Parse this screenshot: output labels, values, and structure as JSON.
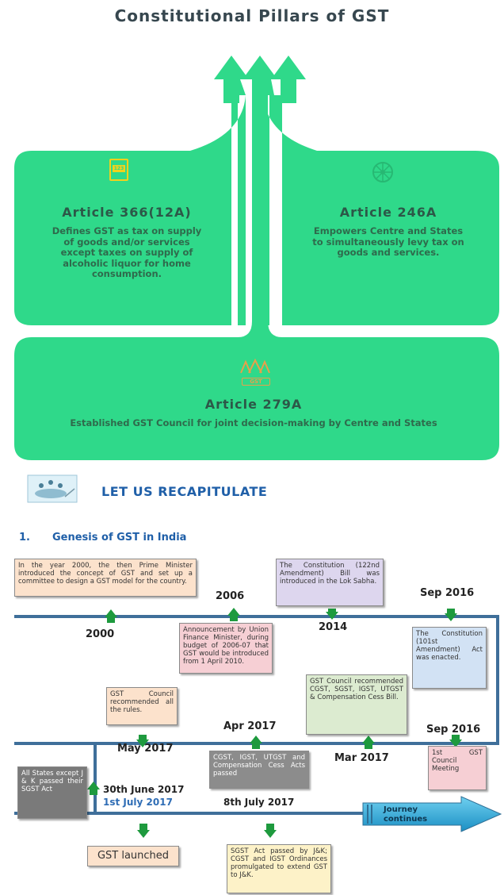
{
  "title": "Constitutional Pillars of GST",
  "pillars": {
    "left": {
      "heading": "Article 366(12A)",
      "text": "Defines GST as tax on supply of goods and/or services except taxes on supply of alcoholic liquor for home consumption.",
      "icon": "document-icon",
      "icon_label": "123"
    },
    "right": {
      "heading": "Article 246A",
      "text": "Empowers Centre and States to simultaneously levy tax on goods and services.",
      "icon": "wheel-icon"
    },
    "bottom": {
      "heading": "Article 279A",
      "text": "Established GST Council for joint decision-making by Centre and States",
      "icon": "council-icon",
      "icon_label": "GST"
    }
  },
  "colors": {
    "pillar": "#2fd98a",
    "timeline": "#3f6f9a",
    "marker": "#1e9a3e",
    "heading_blue": "#1f5fa8"
  },
  "recap": {
    "title": "LET US RECAPITULATE",
    "icon": "meeting-icon"
  },
  "section": {
    "number": "1.",
    "title": "Genesis of GST in India"
  },
  "timeline": {
    "dates": {
      "d2000": "2000",
      "d2006": "2006",
      "d2014": "2014",
      "dsep2016a": "Sep 2016",
      "dmay2017": "May 2017",
      "dapr2017": "Apr 2017",
      "dmar2017": "Mar 2017",
      "dsep2016b": "Sep 2016",
      "djune2017": "30th June 2017",
      "djuly2017": "1st July 2017",
      "d8july2017": "8th July 2017"
    },
    "events": {
      "e2000": "In the year 2000, the then Prime Minister introduced the concept of GST and set up a committee to design a GST model for the country.",
      "e2006": "Announcement by Union Finance Minister, during budget of 2006-07 that GST would be introduced from 1 April 2010.",
      "e2014": "The Constitution (122nd Amendment) Bill was introduced in the Lok Sabha.",
      "esep2016a": "The Constitution (101st Amendment) Act was enacted.",
      "emay2017": "GST Council recommended all the rules.",
      "eapr2017": "CGST, IGST, UTGST and Compensation Cess Acts passed",
      "emar2017": "GST Council recommended CGST, SGST, IGST, UTGST & Compensation Cess Bill.",
      "esep2016b": "1st GST Council Meeting",
      "ejune2017": "All States except J & K passed their SGST Act",
      "ejuly2017": "GST launched",
      "e8july2017": "SGST Act passed by J&K; CGST and IGST Ordinances promulgated to extend GST to J&K."
    },
    "journey": "Journey continues"
  }
}
